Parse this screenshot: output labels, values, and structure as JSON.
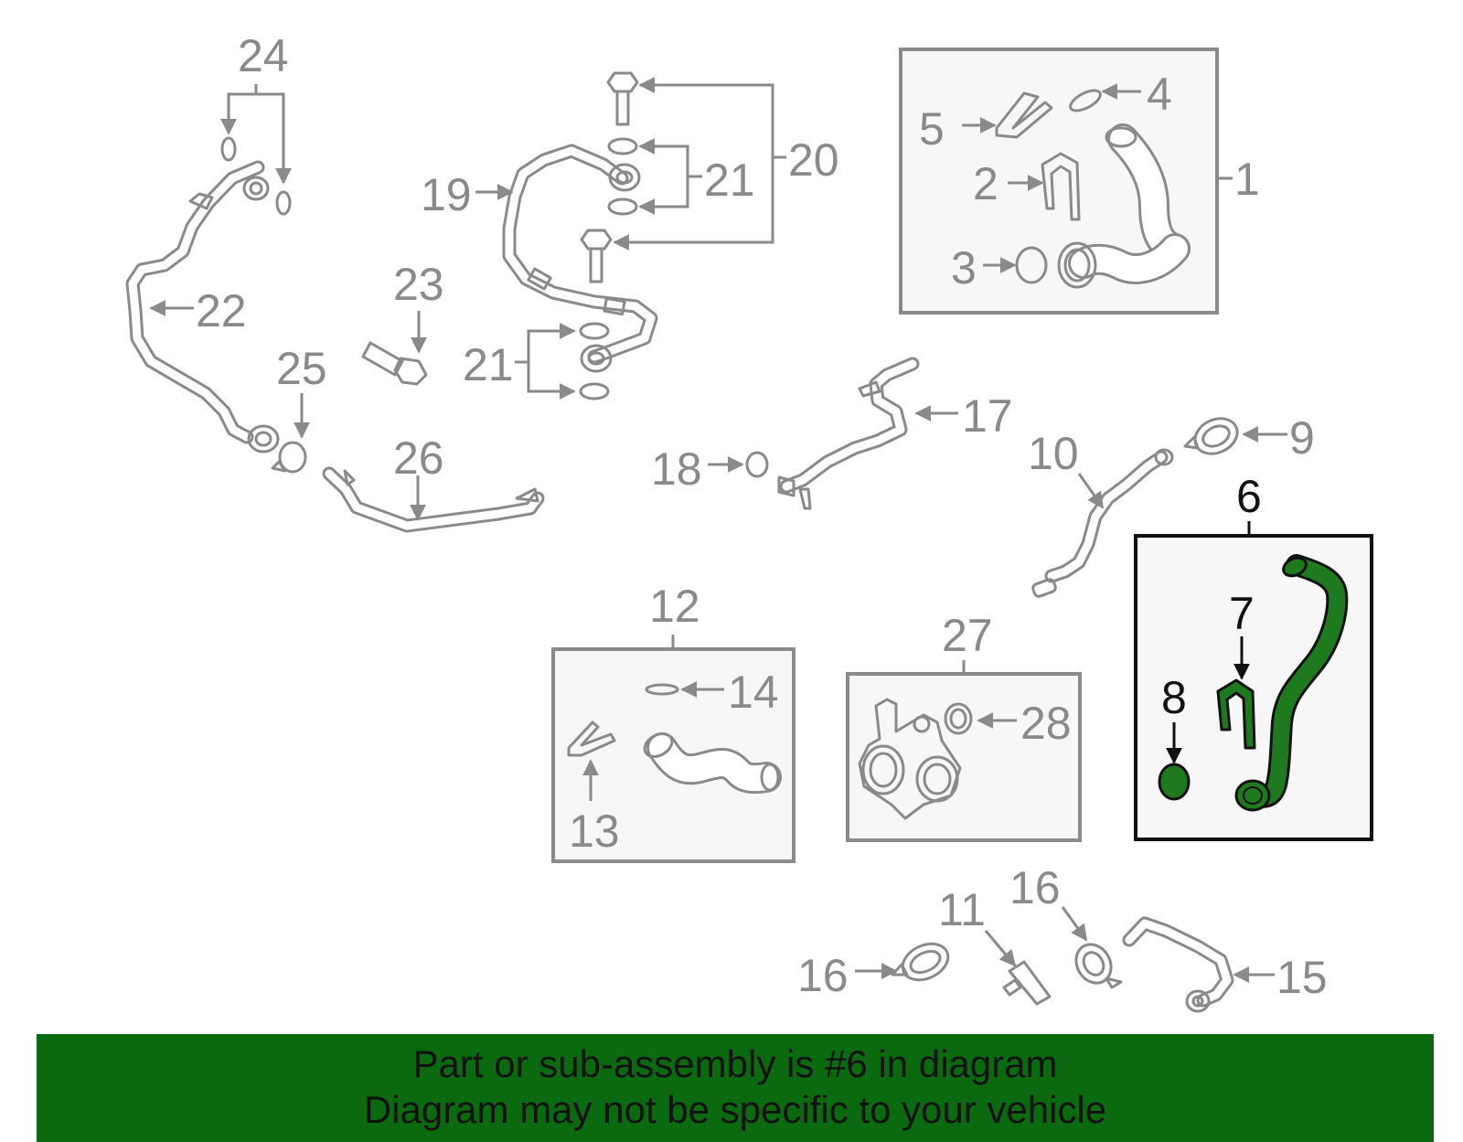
{
  "callouts": {
    "c1": "1",
    "c2": "2",
    "c3": "3",
    "c4": "4",
    "c5": "5",
    "c6": "6",
    "c7": "7",
    "c8": "8",
    "c9": "9",
    "c10": "10",
    "c11": "11",
    "c12": "12",
    "c13": "13",
    "c14": "14",
    "c15": "15",
    "c16a": "16",
    "c16b": "16",
    "c17": "17",
    "c18": "18",
    "c19": "19",
    "c20": "20",
    "c21a": "21",
    "c21b": "21",
    "c22": "22",
    "c23": "23",
    "c24": "24",
    "c25": "25",
    "c26": "26",
    "c27": "27",
    "c28": "28"
  },
  "banner": {
    "line1": "Part or sub-assembly is #6 in diagram",
    "line2": "Diagram may not be specific to your vehicle"
  },
  "colors": {
    "highlight_part": "#1f7a1f",
    "banner_background": "#0b6a10",
    "part_gray": "#8a8a8a"
  }
}
